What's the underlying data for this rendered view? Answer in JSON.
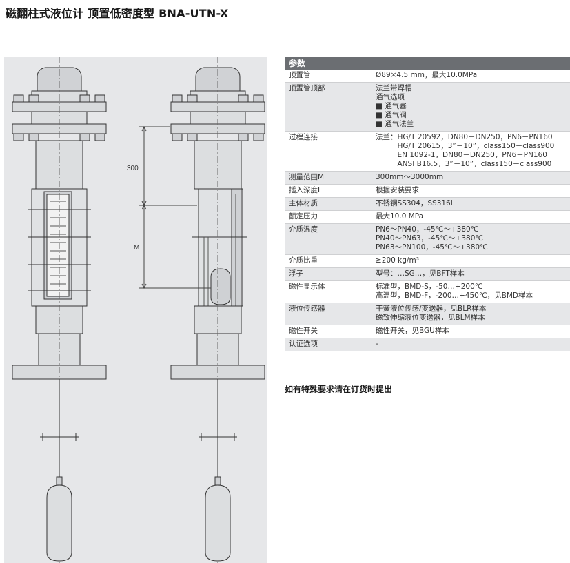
{
  "title": "磁翻柱式液位计 顶置低密度型 BNA-UTN-X",
  "drawing": {
    "dim_300": "300",
    "dim_m": "M"
  },
  "params": {
    "header": "参数",
    "rows": [
      {
        "k": "顶置管",
        "v": [
          "Ø89×4.5 mm，最大10.0MPa"
        ]
      },
      {
        "k": "顶置管顶部",
        "v": [
          "法兰带焊帽",
          "通气选项",
          "■ 通气塞",
          "■ 通气阀",
          "■ 通气法兰"
        ]
      },
      {
        "k": "过程连接",
        "v": [
          "法兰：HG/T 20592，DN80－DN250，PN6－PN160",
          "　　　HG/T 20615，3”－10”，class150－class900",
          "　　　EN 1092-1，DN80－DN250，PN6－PN160",
          "　　　ANSI B16.5，3”－10”，class150－class900"
        ]
      },
      {
        "k": "测量范围M",
        "v": [
          "300mm～3000mm"
        ]
      },
      {
        "k": "插入深度L",
        "v": [
          "根据安装要求"
        ]
      },
      {
        "k": "主体材质",
        "v": [
          "不锈钢SS304，SS316L"
        ]
      },
      {
        "k": "额定压力",
        "v": [
          "最大10.0 MPa"
        ]
      },
      {
        "k": "介质温度",
        "v": [
          "PN6～PN40，-45℃～+380℃",
          "PN40～PN63，-45℃～+380℃",
          "PN63～PN100，-45℃～+380℃"
        ]
      },
      {
        "k": "介质比重",
        "v": [
          "≥200 kg/m³"
        ]
      },
      {
        "k": "浮子",
        "v": [
          "型号：…SG…，见BFT样本"
        ]
      },
      {
        "k": "磁性显示体",
        "v": [
          "标准型，BMD-S，-50…+200℃",
          "高温型，BMD-F，-200…+450℃，见BMD样本"
        ]
      },
      {
        "k": "液位传感器",
        "v": [
          "干簧液位传感/变送器，见BLR样本",
          "磁致伸缩液位变送器，见BLM样本"
        ]
      },
      {
        "k": "磁性开关",
        "v": [
          "磁性开关，见BGU样本"
        ]
      },
      {
        "k": "认证选项",
        "v": [
          "-"
        ]
      }
    ]
  },
  "note": "如有特殊要求请在订货时提出"
}
